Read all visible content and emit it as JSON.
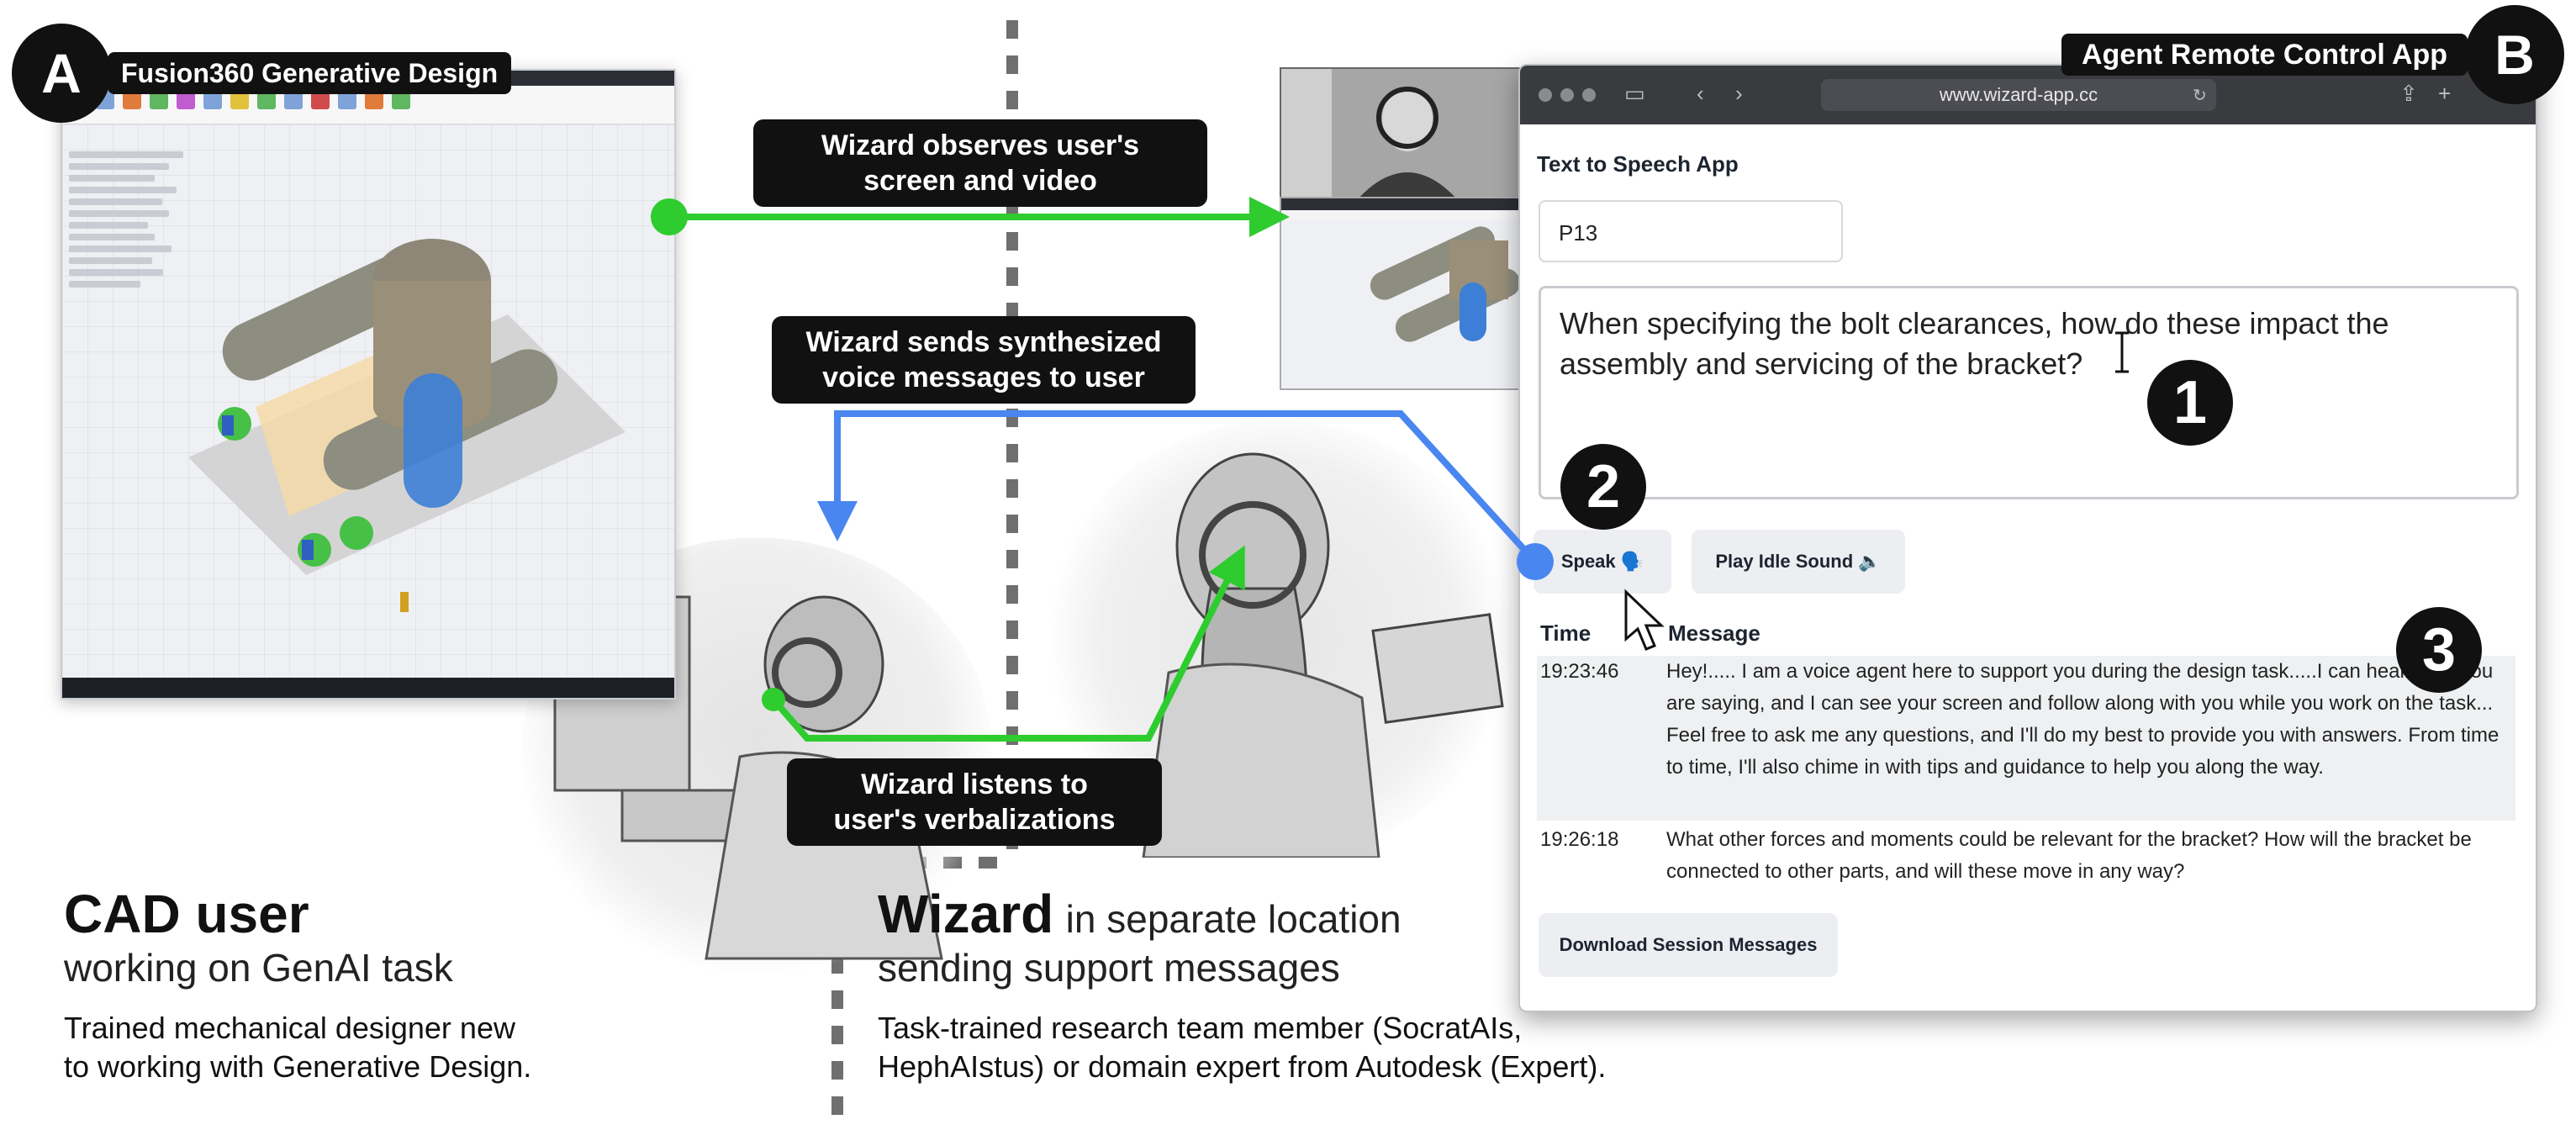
{
  "badges": {
    "a": "A",
    "b": "B"
  },
  "labels": {
    "fusion_title": "Fusion360 Generative Design",
    "agent_app_title": "Agent Remote Control App",
    "observe_line1": "Wizard observes user's",
    "observe_line2": "screen and video",
    "sends_line1": "Wizard sends synthesized",
    "sends_line2": "voice messages to user",
    "listens_line1": "Wizard listens to",
    "listens_line2": "user's verbalizations"
  },
  "numbers": {
    "n1": "1",
    "n2": "2",
    "n3": "3"
  },
  "left_panel": {
    "heading": "CAD user",
    "subheading": "working on GenAI task",
    "desc_line1": "Trained mechanical designer new",
    "desc_line2": "to working with Generative Design."
  },
  "middle_panel": {
    "heading": "Wizard",
    "heading_rest": "in separate location",
    "subheading": "sending support messages",
    "desc_line1": "Task-trained research team member (SocratAIs,",
    "desc_line2": "HephAIstus) or domain expert from Autodesk (Expert)."
  },
  "app": {
    "url": "www.wizard-app.cc",
    "title": "Text to Speech App",
    "participant_value": "P13",
    "message_text": "When specifying the bolt clearances, how do these impact the assembly and servicing of the bracket?",
    "speak_label": "Speak 🗣️",
    "idle_label": "Play Idle Sound 🔈",
    "col_time": "Time",
    "col_message": "Message",
    "rows": [
      {
        "time": "19:23:46",
        "message": "Hey!..... I am a voice agent here to support you during the design task.....I can hear what you are saying, and I can see your screen and follow along with you while you work on the task... Feel free to ask me any questions, and I'll do my best to provide you with answers. From time to time, I'll also chime in with tips and guidance to help you along the way."
      },
      {
        "time": "19:26:18",
        "message": "What other forces and moments could be relevant for the bracket? How will the bracket be connected to other parts, and will these move in any way?"
      }
    ],
    "download_label": "Download Session Messages"
  },
  "colors": {
    "green": "#2ecc2e",
    "blue": "#4a86f0",
    "dark": "#111111"
  }
}
